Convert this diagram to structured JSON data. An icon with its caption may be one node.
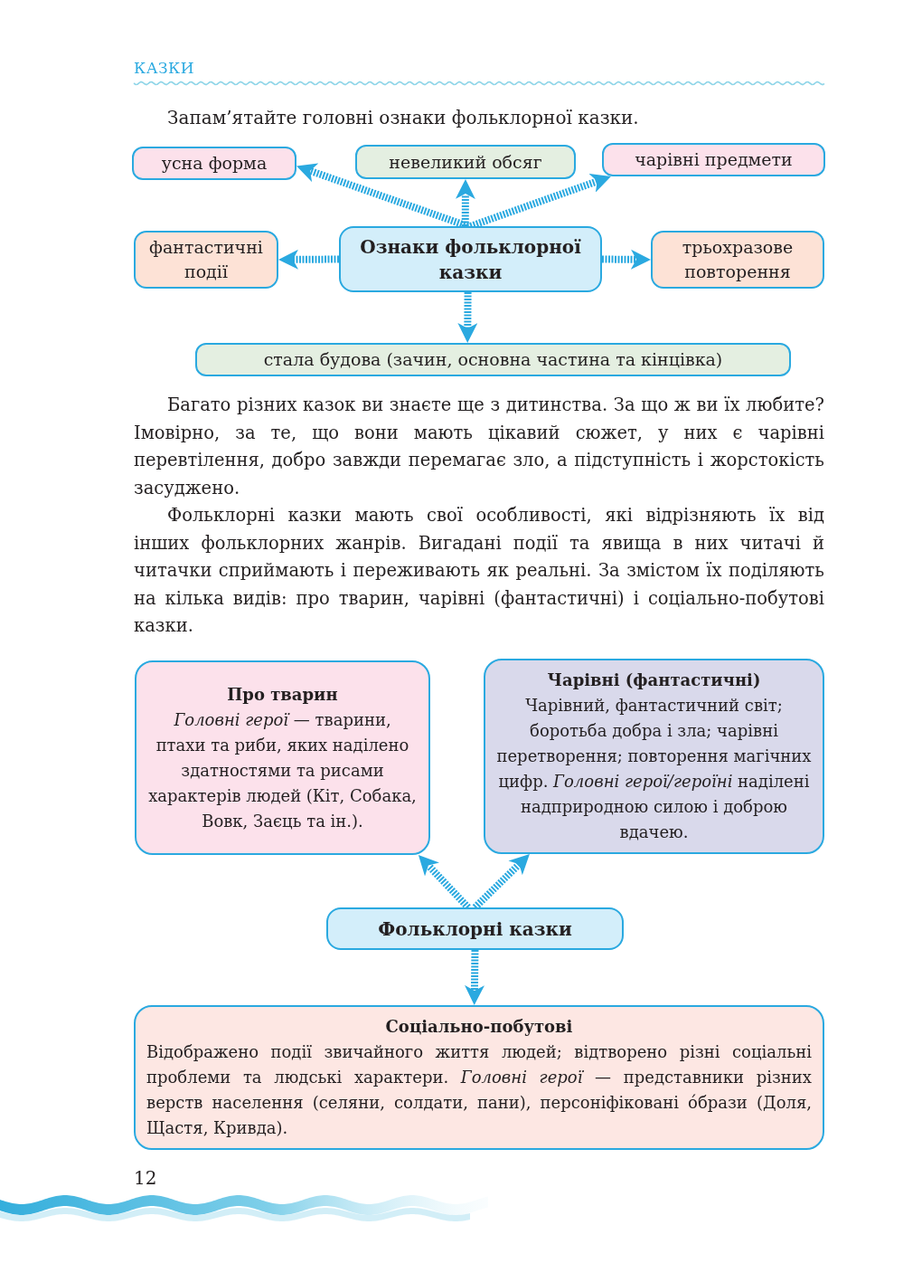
{
  "diagram": {
    "nodes": [
      {
        "text": [
          "усна форма"
        ]
      },
      {
        "text": [
          "невеликий обсяг"
        ]
      },
      {
        "text": [
          "чарівні предмети"
        ]
      },
      {
        "text": [
          "фантастичні події"
        ]
      },
      {
        "text": [
          "Ознаки фольклорної казки"
        ]
      },
      {
        "text": [
          "трьохразове повторення"
        ]
      },
      {
        "text": [
          "стала будова (зачин, основна частина та кінцівка)"
        ]
      },
      {
        "text": [
          "Про тварин",
          "*Головні герої* — тварини, птахи та риби, яких наділено здатностями та рисами характерів людей (Кіт, Собака, Вовк, Заєць та ін.)."
        ]
      },
      {
        "text": [
          "Чарівні (фантастичні)",
          "Чарівний, фантастичний світ; боротьба добра і зла; чарівні перетворення; повторення магічних цифр. *Головні герої/героїні* наділені надприродною силою і доброю вдачею."
        ]
      },
      {
        "text": [
          "Фольклорні казки"
        ]
      },
      {
        "text": [
          "Соціально-побутові",
          "Відображено події звичайного життя людей; відтворено різні соціальні проблеми та людські характери. *Головні герої* — представники різних верств населення (селяни, солдати, пани), персоніфіковані о́брази (Доля, Щастя, Кривда)."
        ]
      }
    ],
    "edges": [
      {
        "from": 4,
        "to": 0,
        "arrow": "to"
      },
      {
        "from": 4,
        "to": 1,
        "arrow": "to"
      },
      {
        "from": 4,
        "to": 2,
        "arrow": "to"
      },
      {
        "from": 4,
        "to": 3,
        "arrow": "to"
      },
      {
        "from": 4,
        "to": 5,
        "arrow": "to"
      },
      {
        "from": 4,
        "to": 6,
        "arrow": "to"
      },
      {
        "from": 9,
        "to": 7,
        "arrow": "to"
      },
      {
        "from": 9,
        "to": 8,
        "arrow": "to"
      },
      {
        "from": 9,
        "to": 10,
        "arrow": "to"
      }
    ],
    "labels": [
      "КАЗКИ",
      "Запам’ятайте головні ознаки фольклорної казки.",
      "Багато різних казок ви знаєте ще з дитинства. За що ж ви їх любите? Імовірно, за те, що вони мають цікавий сюжет, у них є чарівні перевтілення, добро завжди перемагає зло, а підступність і жорстокість засуджено.",
      "Фольклорні казки мають свої особливості, які відрізняють їх від інших фольклорних жанрів. Вигадані події та явища в них читачі й читачки сприймають і переживають як реальні. За змістом їх поділяють на кілька видів: про тварин, чарівні (фантастичні) і соціально-побутові казки.",
      "12"
    ]
  }
}
